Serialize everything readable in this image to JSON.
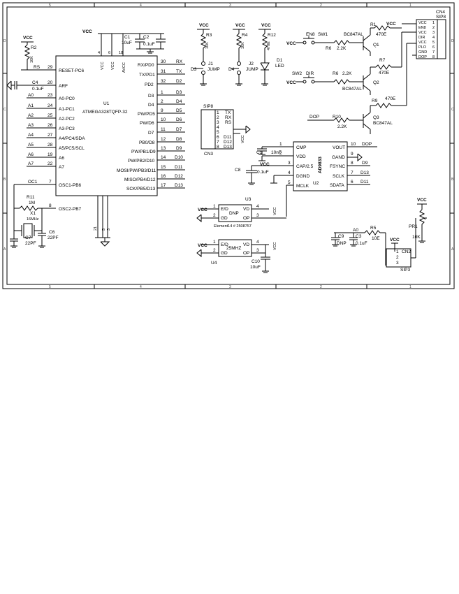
{
  "frame": {
    "col_labels": [
      "5",
      "4",
      "3",
      "2",
      "1"
    ],
    "row_labels": [
      "D",
      "C",
      "B",
      "A"
    ]
  },
  "power": {
    "vcc": "VCC"
  },
  "u1": {
    "ref": "U1",
    "part": "ATMEGA328TQFP-32",
    "top_pins": [
      "4",
      "6",
      "18"
    ],
    "top_labels": [
      "VCC",
      "VCC",
      "AVCC"
    ],
    "bottom_pins": [
      "21",
      "5",
      "3"
    ],
    "left": [
      {
        "net": "RS",
        "num": "29",
        "name": "RESET-PC6"
      },
      {
        "net": "",
        "num": "20",
        "name": "ARF"
      },
      {
        "net": "A0",
        "num": "23",
        "name": "A0-PC0"
      },
      {
        "net": "A1",
        "num": "24",
        "name": "A1-PC1"
      },
      {
        "net": "A2",
        "num": "25",
        "name": "A2-PC2"
      },
      {
        "net": "A3",
        "num": "26",
        "name": "A3-PC3"
      },
      {
        "net": "A4",
        "num": "27",
        "name": "A4/PC4/SDA"
      },
      {
        "net": "A5",
        "num": "28",
        "name": "A5/PC5/SCL"
      },
      {
        "net": "A6",
        "num": "19",
        "name": "A6"
      },
      {
        "net": "A7",
        "num": "22",
        "name": "A7"
      },
      {
        "net": "OC1",
        "num": "7",
        "name": "OSC1-PB6"
      },
      {
        "net": "",
        "num": "8",
        "name": "OSC2-PB7"
      }
    ],
    "right": [
      {
        "name": "RX/PD0",
        "num": "30",
        "net": "RX"
      },
      {
        "name": "TX/PD1",
        "num": "31",
        "net": "TX"
      },
      {
        "name": "PD2",
        "num": "32",
        "net": "D2"
      },
      {
        "name": "D3",
        "num": "1",
        "net": "D3"
      },
      {
        "name": "D4",
        "num": "2",
        "net": "D4"
      },
      {
        "name": "PW/PD5",
        "num": "9",
        "net": "D5"
      },
      {
        "name": "PW/D6",
        "num": "10",
        "net": "D6"
      },
      {
        "name": "D7",
        "num": "11",
        "net": "D7"
      },
      {
        "name": "PB0/D8",
        "num": "12",
        "net": "D8"
      },
      {
        "name": "PW/PB1/D9",
        "num": "13",
        "net": "D9"
      },
      {
        "name": "PW/PB2/D10",
        "num": "14",
        "net": "D10"
      },
      {
        "name": "MOSI/PW/PB3/D11",
        "num": "15",
        "net": "D11"
      },
      {
        "name": "MISO/PB4/D12",
        "num": "16",
        "net": "D12"
      },
      {
        "name": "SCK/PB5/D13",
        "num": "17",
        "net": "D13"
      }
    ]
  },
  "passives": {
    "r2": {
      "ref": "R2",
      "val": "10K"
    },
    "c4": {
      "ref": "C4",
      "val": "0.1uF"
    },
    "c1": {
      "ref": "C1",
      "val": "10uF"
    },
    "c2": {
      "ref": "C2",
      "val": "0.1uF"
    },
    "r11": {
      "ref": "R11",
      "val": "1M"
    },
    "x1": {
      "ref": "X1",
      "val": "16MHz"
    },
    "c7": {
      "ref": "C7",
      "val": "22PF"
    },
    "c6": {
      "ref": "C6",
      "val": "22PF"
    },
    "r3": {
      "ref": "R3",
      "val": "10K"
    },
    "r4": {
      "ref": "R4",
      "val": "10K"
    },
    "r12": {
      "ref": "R12",
      "val": "470E"
    },
    "d1": {
      "ref": "D1",
      "val": "LED"
    },
    "c5": {
      "ref": "C5",
      "val": "10nF"
    },
    "c8": {
      "ref": "C8",
      "val": "0.1uF"
    },
    "c9": {
      "ref": "C9",
      "val": "DNP"
    },
    "c3": {
      "ref": "C3",
      "val": "0.1uF"
    },
    "r5": {
      "ref": "R5",
      "val": "10E"
    },
    "pr1": {
      "ref": "PR1",
      "val": "10K"
    },
    "c10": {
      "ref": "C10",
      "val": "10uF"
    }
  },
  "jumpers": {
    "j1": {
      "ref": "J1",
      "val": "JUMP",
      "net": "D3"
    },
    "j2": {
      "ref": "J2",
      "val": "JUMP",
      "net": "D4"
    }
  },
  "cn3": {
    "ref": "CN3",
    "type": "SIP8",
    "pins": [
      {
        "n": "1",
        "net": "TX"
      },
      {
        "n": "2",
        "net": "RX"
      },
      {
        "n": "3",
        "net": "RS"
      },
      {
        "n": "4",
        "net": ""
      },
      {
        "n": "5",
        "net": ""
      },
      {
        "n": "6",
        "net": "D11"
      },
      {
        "n": "7",
        "net": "D12"
      },
      {
        "n": "8",
        "net": "D13"
      }
    ]
  },
  "cn4": {
    "ref": "CN4",
    "type": "SIP8",
    "pins": [
      {
        "n": "1",
        "net": "VCC"
      },
      {
        "n": "2",
        "net": "EN8"
      },
      {
        "n": "3",
        "net": "VCC"
      },
      {
        "n": "4",
        "net": "DIR"
      },
      {
        "n": "5",
        "net": "VCC"
      },
      {
        "n": "6",
        "net": "PLO"
      },
      {
        "n": "7",
        "net": "GND"
      },
      {
        "n": "8",
        "net": "DOP"
      }
    ]
  },
  "drivers": {
    "sw1": {
      "ref": "SW1",
      "net": "EN8"
    },
    "sw2": {
      "ref": "SW2",
      "net": "DIR"
    },
    "r6a": {
      "ref": "R6",
      "val": "2.2K"
    },
    "r6b": {
      "ref": "R6",
      "val": "2.2K"
    },
    "r10": {
      "ref": "R10",
      "val": "2.2K"
    },
    "r1": {
      "ref": "R1",
      "val": "470E"
    },
    "r7": {
      "ref": "R7",
      "val": "470E"
    },
    "r9": {
      "ref": "R9",
      "val": "470E"
    },
    "q1": {
      "ref": "Q1",
      "val": "BC847AL"
    },
    "q2": {
      "ref": "Q2",
      "val": "BC847AL"
    },
    "q3": {
      "ref": "Q3",
      "val": "BC847AL"
    },
    "dop": "DOP"
  },
  "u2": {
    "ref": "U2",
    "part": "AD9833",
    "left": [
      {
        "num": "1",
        "name": "CMP"
      },
      {
        "num": "2",
        "name": "VDD"
      },
      {
        "num": "3",
        "name": "CAP/2.5"
      },
      {
        "num": "4",
        "name": "DGND"
      },
      {
        "num": "5",
        "name": "MCLK"
      }
    ],
    "right": [
      {
        "name": "VOUT",
        "num": "10",
        "net": "DOP"
      },
      {
        "name": "GAND",
        "num": "9",
        "net": ""
      },
      {
        "name": "FSYNC",
        "num": "8",
        "net": "D9"
      },
      {
        "name": "SCLK",
        "num": "7",
        "net": "D13"
      },
      {
        "name": "SDATA",
        "num": "6",
        "net": "D11"
      }
    ]
  },
  "u3": {
    "ref": "U3",
    "pins": [
      "E/D",
      "GD",
      "VD",
      "OP"
    ],
    "nums": [
      "1",
      "2",
      "4",
      "3"
    ],
    "val": "DNP",
    "note": "Element14 # 2508757"
  },
  "u4": {
    "ref": "U4",
    "pins": [
      "E/D",
      "GD",
      "VD",
      "OP"
    ],
    "nums": [
      "1",
      "2",
      "4",
      "3"
    ],
    "val": "25MHZ"
  },
  "cn2": {
    "ref": "CN2",
    "type": "SIP3",
    "pins": [
      "1",
      "2",
      "3"
    ]
  },
  "nets": {
    "a0": "A0"
  }
}
